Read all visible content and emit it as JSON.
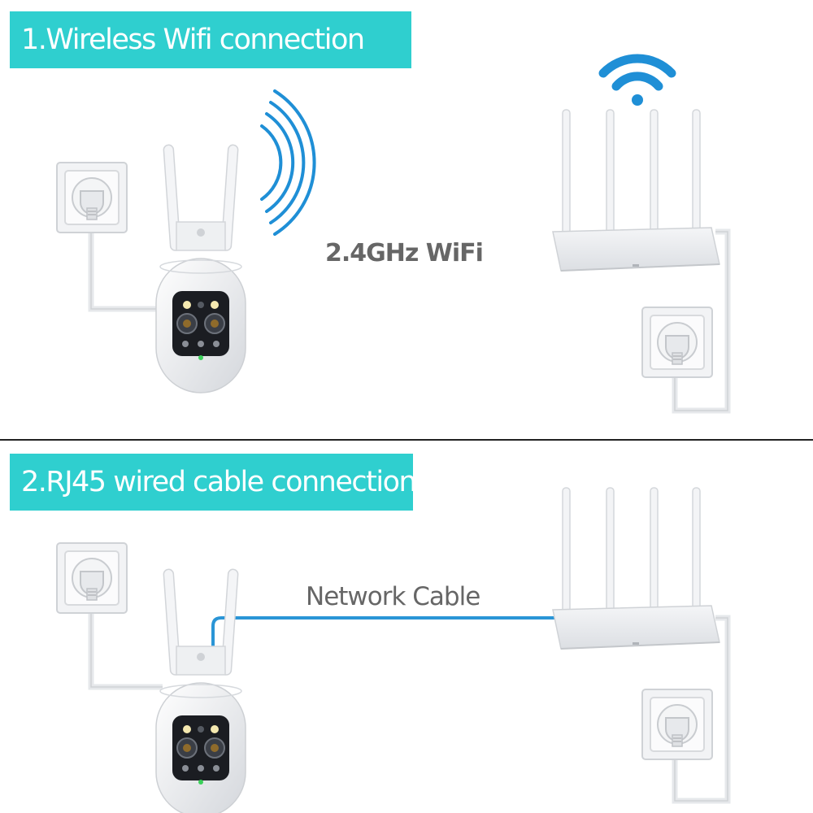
{
  "colors": {
    "banner": "#2fcfcf",
    "label_text": "#666666",
    "wifi_blue": "#1f8fd6",
    "cable_blue": "#2a95d6"
  },
  "section1": {
    "banner_text": "1.Wireless Wifi connection",
    "link_label": "2.4GHz WiFi"
  },
  "section2": {
    "banner_text": "2.RJ45 wired cable connection",
    "link_label": "Network Cable"
  },
  "icons": [
    "wall-socket-icon",
    "ip-camera-icon",
    "wifi-router-icon",
    "wifi-signal-icon",
    "signal-waves-icon",
    "network-cable-icon"
  ]
}
